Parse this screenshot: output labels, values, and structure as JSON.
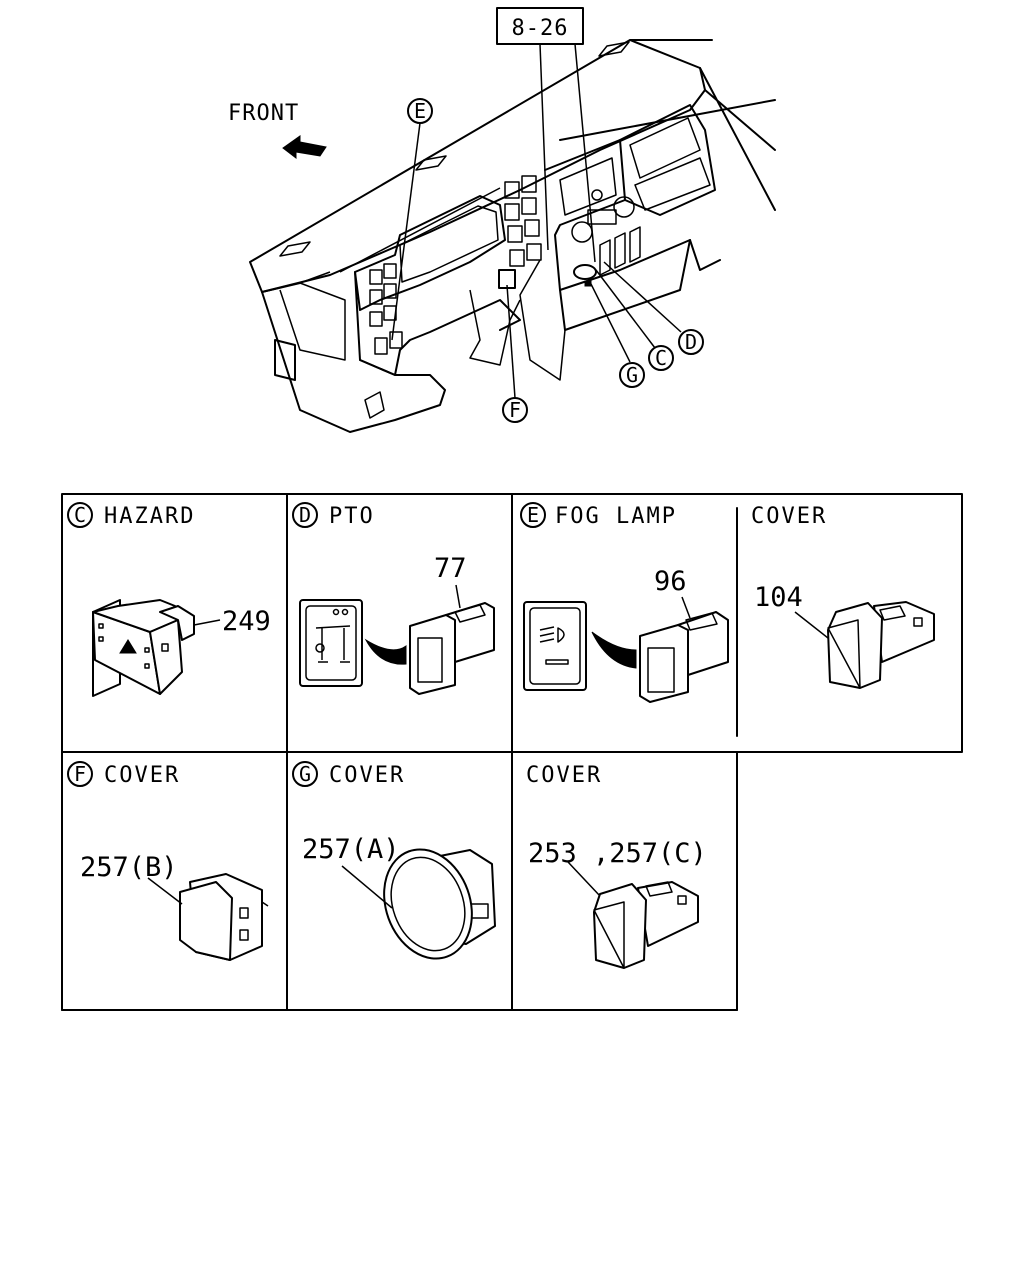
{
  "overview": {
    "reference": "8-26",
    "front_label": "FRONT",
    "callouts": {
      "c": "C",
      "d": "D",
      "e": "E",
      "f": "F",
      "g": "G"
    }
  },
  "panels": {
    "hazard": {
      "letter": "C",
      "title": "HAZARD",
      "part": "249"
    },
    "pto": {
      "letter": "D",
      "title": "PTO",
      "part": "77"
    },
    "fog": {
      "letter": "E",
      "title": "FOG LAMP",
      "part": "96"
    },
    "cover_e": {
      "title": "COVER",
      "part": "104"
    },
    "cover_f": {
      "letter": "F",
      "title": "COVER",
      "part": "257(B)"
    },
    "cover_g": {
      "letter": "G",
      "title": "COVER",
      "part": "257(A)"
    },
    "cover_misc": {
      "title": "COVER",
      "part": "253 ,257(C)"
    }
  }
}
